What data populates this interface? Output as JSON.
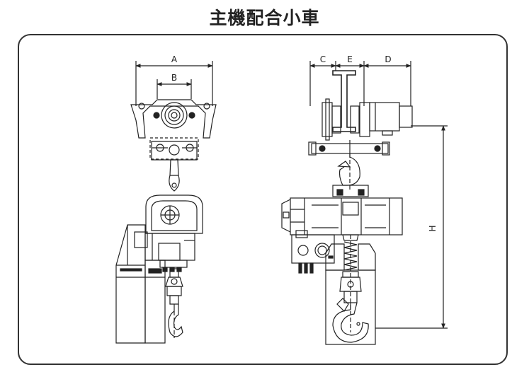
{
  "title": "主機配合小車",
  "dimensions": {
    "a": "A",
    "b": "B",
    "c": "C",
    "e": "E",
    "d": "D",
    "h": "H"
  }
}
